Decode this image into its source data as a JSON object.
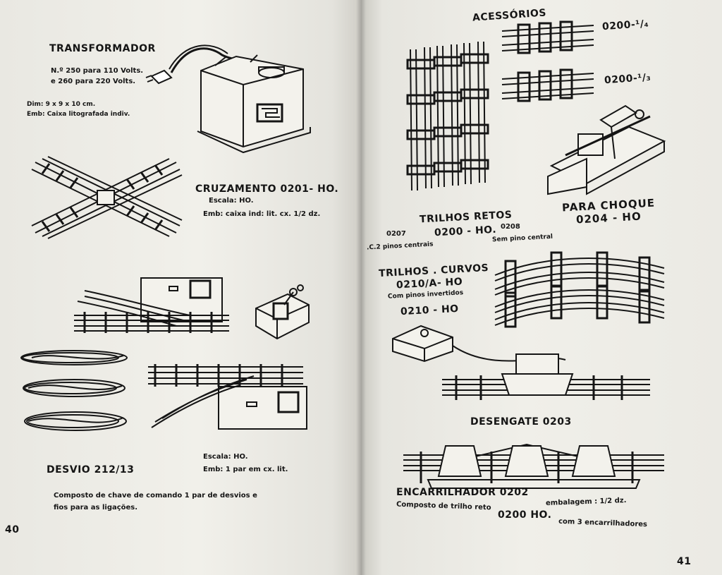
{
  "left_page": {
    "transformador_title": "TRANSFORMADOR",
    "transformador_line1": "N.º 250 para 110 Volts.",
    "transformador_line2": "e 260 para 220 Volts.",
    "transformador_dim": "Dim: 9 x 9 x 10 cm.",
    "transformador_emb": "Emb: Caixa litografada indiv.",
    "cruzamento_title": "CRUZAMENTO 0201- HO.",
    "cruzamento_escala": "Escala: HO.",
    "cruzamento_emb": "Emb: caixa ind: lit. cx. 1/2 dz.",
    "desvio_escala": "Escala: HO.",
    "desvio_emb": "Emb: 1 par em cx. lit.",
    "desvio_title": "DESVIO 212/13",
    "composto_line1": "Composto de chave de comando 1 par de desvios e",
    "composto_line2": "fios para as ligações.",
    "page_number": "40"
  },
  "right_page": {
    "acessorios_title": "ACESSÓRIOS",
    "code_1_4": "0200-¹/₄",
    "code_1_3": "0200-¹/₃",
    "para_choque_title": "PARA CHOQUE",
    "para_choque_code": "0204 - HO",
    "trilhos_retos_title": "TRILHOS RETOS",
    "code_0207": "0207",
    "code_0200_ho": "0200 - HO.",
    "code_0208": "0208",
    "pinos_centrais": ".C.2 pinos centrais",
    "sem_pino": "Sem pino central",
    "trilhos_curvos_title": "TRILHOS . CURVOS",
    "code_0210a": "0210/A- HO",
    "com_pinos": "Com pinos invertidos",
    "code_0210": "0210 - HO",
    "desengate_title": "DESENGATE  0203",
    "encarrilhador_title": "ENCARRILHADOR 0202",
    "embalagem": "embalagem : 1/2 dz.",
    "composto_prefix": "Composto de trilho reto",
    "composto_code": "0200 HO.",
    "composto_suffix": "com 3 encarrilhadores",
    "page_number": "41"
  },
  "icons": [
    "transformer-illustration",
    "crossing-track-illustration",
    "switch-track-illustration",
    "control-box-illustration",
    "wire-coils-illustration",
    "straight-track-illustration",
    "curved-track-illustration",
    "buffer-stop-illustration",
    "uncoupler-illustration",
    "rerailer-illustration"
  ],
  "colors": {
    "paper": "#efeee8",
    "ink": "#151515",
    "background": "#8d8c88"
  }
}
